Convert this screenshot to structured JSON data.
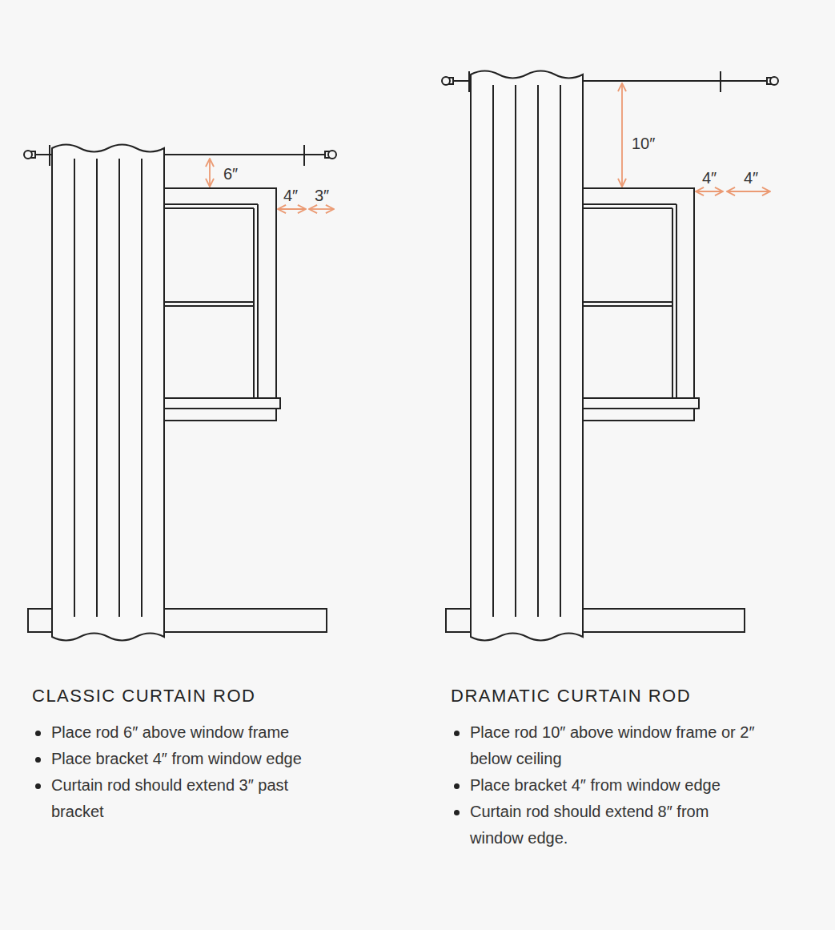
{
  "diagram": {
    "labels": [
      "6″",
      "4″",
      "3″",
      "10″",
      "4″",
      "4″",
      "CLASSIC CURTAIN ROD",
      "Place rod 6″ above window frame",
      "Place bracket 4″ from window edge",
      "Curtain rod should extend 3″ past bracket",
      "DRAMATIC CURTAIN ROD",
      "Place rod 10″ above window frame or 2″ below ceiling",
      "Place bracket 4″ from window edge",
      "Curtain rod should extend 8″ from window edge."
    ]
  }
}
